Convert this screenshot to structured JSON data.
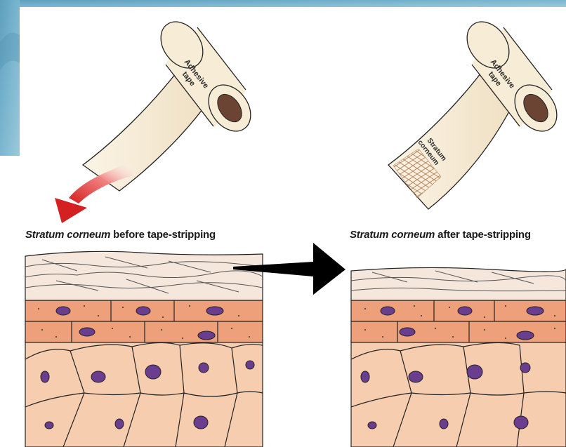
{
  "panels": {
    "before": {
      "tape_label_line1": "Adhesive",
      "tape_label_line2": "tape",
      "caption_em": "Stratum corneum",
      "caption_rest": " before tape-stripping"
    },
    "after": {
      "tape_label_line1": "Adhesive",
      "tape_label_line2": "tape",
      "strip_label_line1": "Stratum",
      "strip_label_line2": "corneum",
      "caption_em": "Stratum corneum",
      "caption_rest": " after tape-stripping"
    }
  },
  "colors": {
    "background_top": "#6aa9c4",
    "tape": "#f3e7cf",
    "tape_core": "#6b4433",
    "arrow_red": "#d42020",
    "corneum": "#f6e7dc",
    "granular": "#eea07a",
    "spinous": "#f7cdb0",
    "nucleus": "#6b3d8f",
    "big_arrow": "#000000"
  }
}
